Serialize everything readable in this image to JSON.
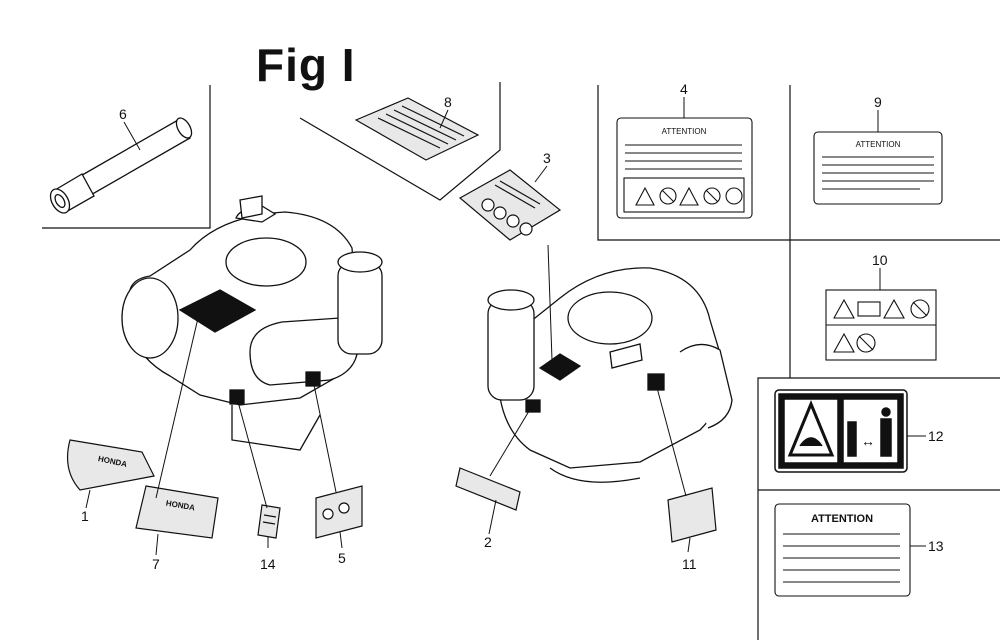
{
  "figure": {
    "title": "Fig I"
  },
  "callouts": [
    {
      "id": "1",
      "label": "1"
    },
    {
      "id": "2",
      "label": "2"
    },
    {
      "id": "3",
      "label": "3"
    },
    {
      "id": "4",
      "label": "4"
    },
    {
      "id": "5",
      "label": "5"
    },
    {
      "id": "6",
      "label": "6"
    },
    {
      "id": "7",
      "label": "7"
    },
    {
      "id": "8",
      "label": "8"
    },
    {
      "id": "9",
      "label": "9"
    },
    {
      "id": "10",
      "label": "10"
    },
    {
      "id": "11",
      "label": "11"
    },
    {
      "id": "12",
      "label": "12"
    },
    {
      "id": "13",
      "label": "13"
    },
    {
      "id": "14",
      "label": "14"
    }
  ],
  "labels": {
    "attention_text": "ATTENTION",
    "honda_text": "HONDA",
    "arrow_text": "↔"
  },
  "colors": {
    "ink": "#111111",
    "paper": "#ffffff",
    "shade": "#e8e8e8"
  }
}
